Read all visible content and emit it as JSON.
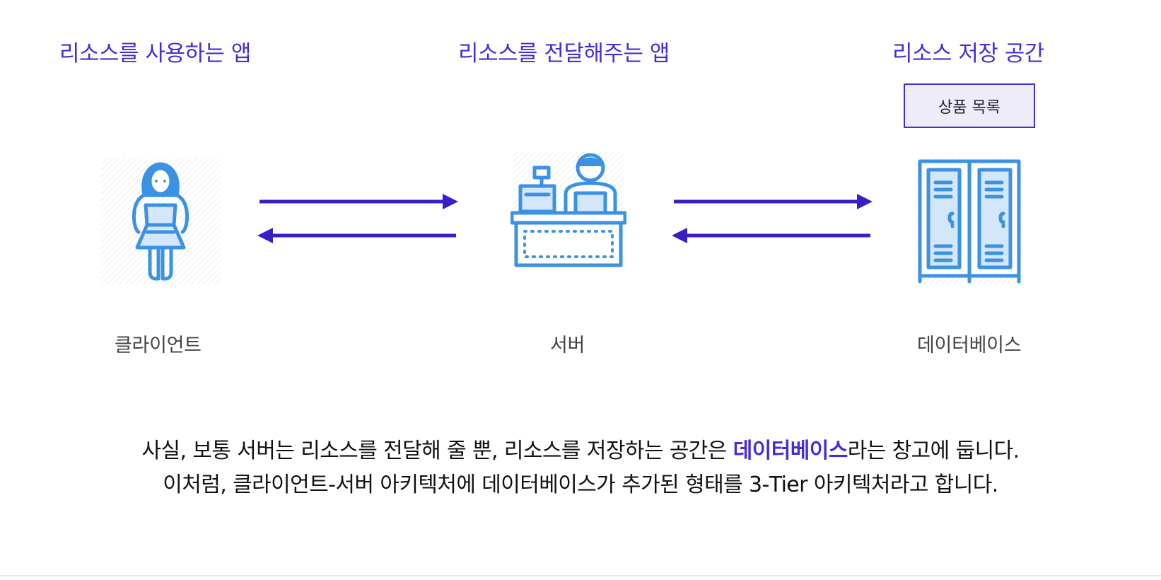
{
  "headings": {
    "client": "리소스를 사용하는 앱",
    "server": "리소스를 전달해주는 앱",
    "database": "리소스 저장 공간"
  },
  "db_box": "상품 목록",
  "labels": {
    "client": "클라이언트",
    "server": "서버",
    "database": "데이터베이스"
  },
  "icons": {
    "client": "girl-icon",
    "server": "cashier-icon",
    "database": "locker-icon"
  },
  "description": {
    "line1_before": "사실, 보통 서버는 리소스를 전달해 줄 뿐, 리소스를 저장하는 공간은 ",
    "line1_emphasis": "데이터베이스",
    "line1_after": "라는 창고에 둡니다.",
    "line2": "이처럼, 클라이언트-서버 아키텍처에 데이터베이스가 추가된 형태를 3-Tier 아키텍처라고 합니다."
  },
  "colors": {
    "accent": "#4a2bd3",
    "arrow": "#3a1fc4",
    "icon_stroke": "#3c92e2",
    "icon_fill": "#d4e6fa",
    "db_box_fill": "#efecfa"
  }
}
